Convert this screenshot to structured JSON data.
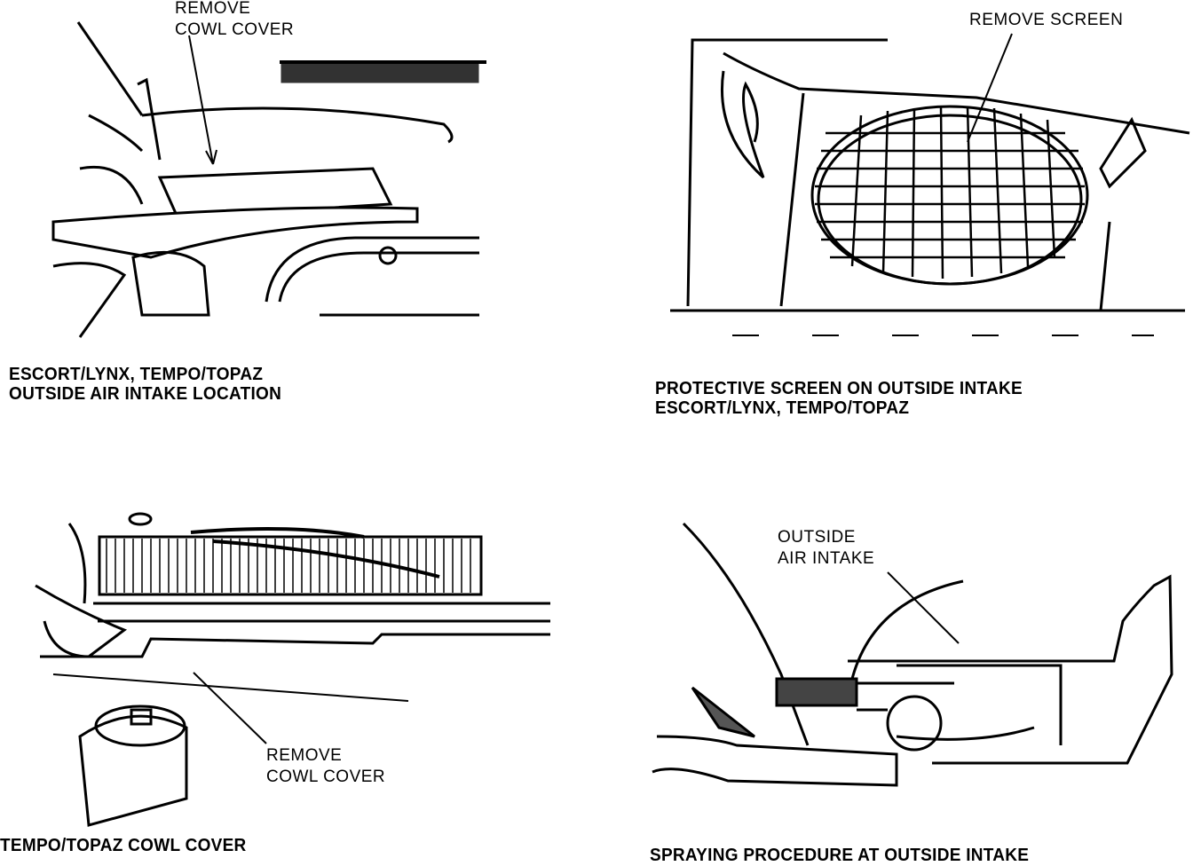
{
  "figures": [
    {
      "callout": "REMOVE\nCOWL COVER",
      "caption": "ESCORT/LYNX, TEMPO/TOPAZ\nOUTSIDE AIR INTAKE LOCATION"
    },
    {
      "callout": "REMOVE SCREEN",
      "caption": "PROTECTIVE SCREEN ON OUTSIDE INTAKE\nESCORT/LYNX, TEMPO/TOPAZ"
    },
    {
      "callout": "REMOVE\nCOWL COVER",
      "caption": "TEMPO/TOPAZ COWL COVER"
    },
    {
      "callout": "OUTSIDE\nAIR INTAKE",
      "caption": "SPRAYING PROCEDURE AT OUTSIDE INTAKE"
    }
  ]
}
